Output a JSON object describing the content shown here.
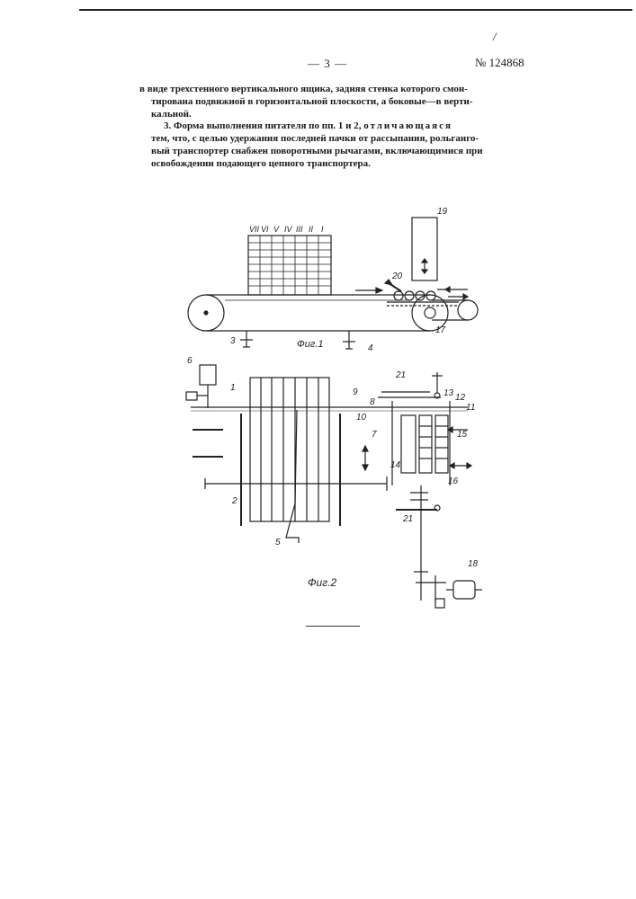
{
  "header": {
    "corner_mark": "/",
    "page_number": "— 3 —",
    "patent_number": "№ 124868"
  },
  "body_text": {
    "line1": "в виде трехстенного вертикального ящика, задняя стенка которого смон-",
    "line2": "тирована подвижной в горизонтальной плоскости, а боковые—в верти-",
    "line3": "кальной.",
    "line4_start": "3. Форма выполнения питателя по пп. 1 и 2,",
    "line4_spaced": "отличающаяся",
    "line5": "тем, что, с целью удержания последней пачки от рассыпания, рольганго-",
    "line6": "вый транспортер снабжен поворотными рычагами, включающимися при",
    "line7": "освобождении подающего цепного транспортера."
  },
  "figure1": {
    "caption": "Фиг.1",
    "column_labels": [
      "VII",
      "VI",
      "V",
      "IV",
      "III",
      "II",
      "I"
    ],
    "labels": [
      "3",
      "4",
      "17",
      "19",
      "20"
    ]
  },
  "figure2": {
    "caption": "Фиг.2",
    "labels": [
      "1",
      "2",
      "5",
      "6",
      "7",
      "8",
      "9",
      "10",
      "11",
      "12",
      "13",
      "14",
      "15",
      "16",
      "18",
      "21",
      "21"
    ]
  }
}
